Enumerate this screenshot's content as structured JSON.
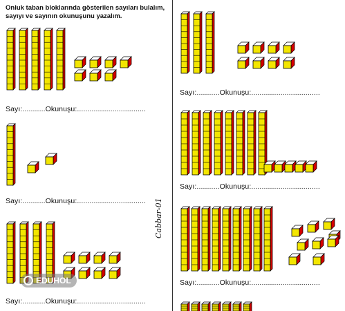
{
  "instruction": "Onluk taban bloklarında gösterilen sayıları bulalım, sayıyı ve sayının okunuşunu yazalım.",
  "answer_line": "Sayı:...........Okunuşu:.................................",
  "vertical_signature": "Cabbar-01",
  "watermark": "EDUHOL",
  "colors": {
    "rod_fill": "#f3e600",
    "cube_top": "#ffffff",
    "cube_front": "#f3e600",
    "cube_side": "#d40000",
    "outline": "#000000"
  },
  "exercises": [
    {
      "tens": 5,
      "ones": 7
    },
    {
      "tens": 1,
      "ones": 2
    },
    {
      "tens": 4,
      "ones": 8
    },
    {
      "tens": 3,
      "ones": 8
    },
    {
      "tens": 8,
      "ones": 5
    },
    {
      "tens": 9,
      "ones": 9
    },
    {
      "tens": 7,
      "ones": 0
    }
  ]
}
